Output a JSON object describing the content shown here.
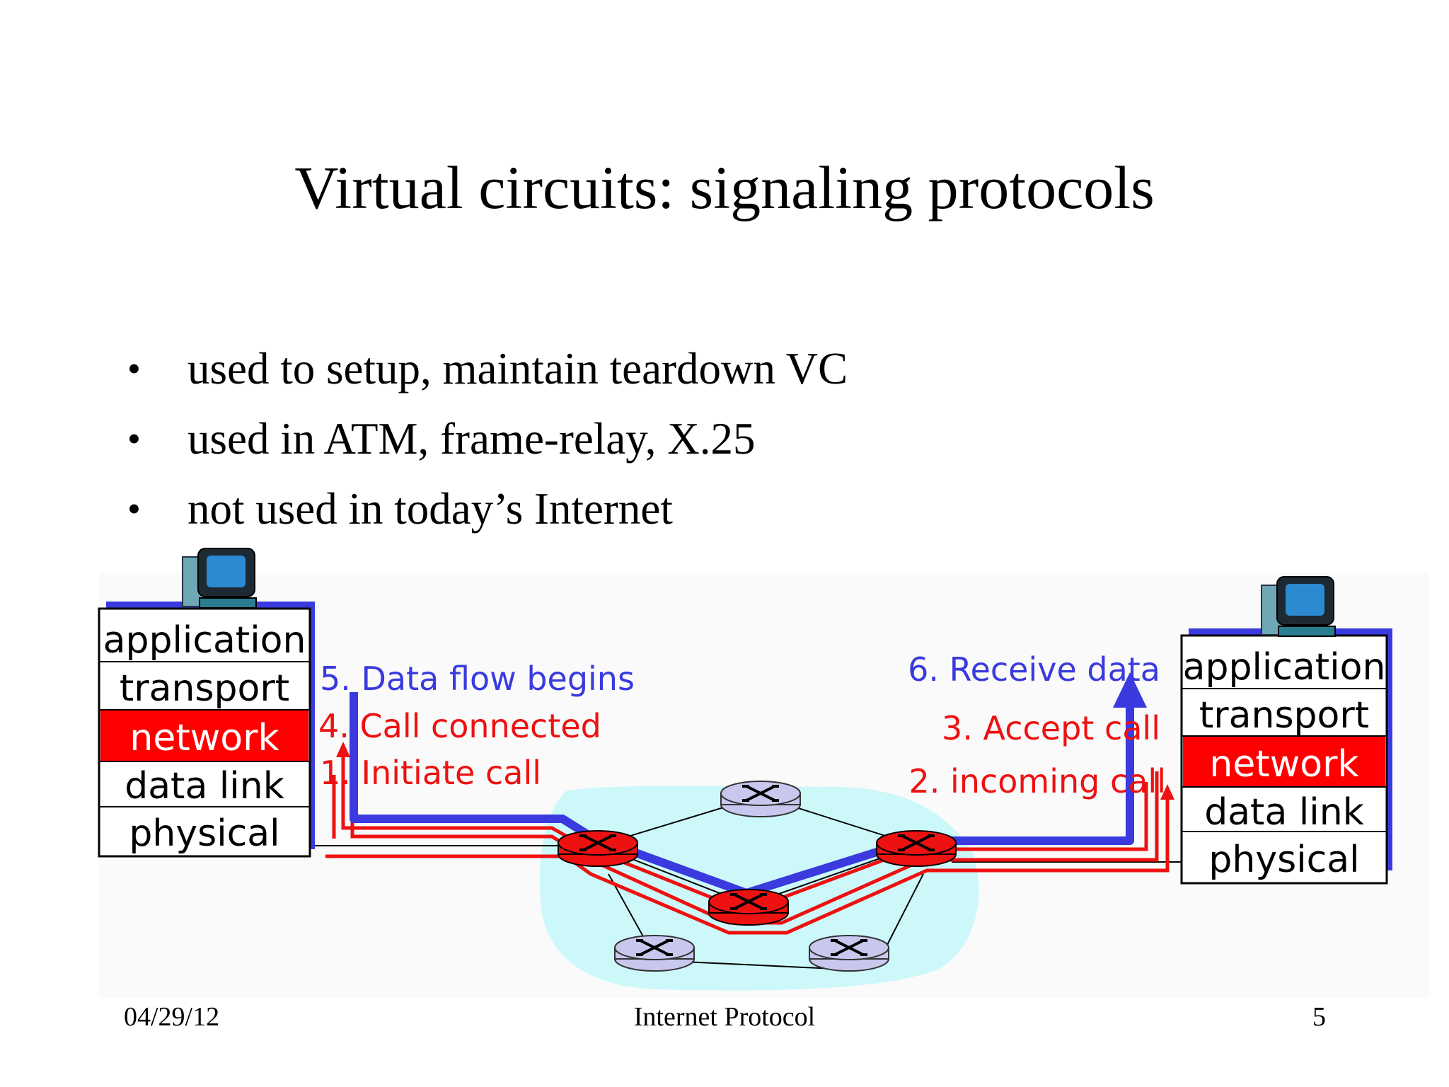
{
  "slide": {
    "title": "Virtual circuits: signaling protocols",
    "bullets": [
      "used to setup, maintain  teardown VC",
      "used in ATM, frame-relay, X.25",
      "not used in today’s Internet"
    ]
  },
  "diagram": {
    "left_stack": [
      "application",
      "transport",
      "network",
      "data link",
      "physical"
    ],
    "right_stack": [
      "application",
      "transport",
      "network",
      "data link",
      "physical"
    ],
    "highlighted_layer": "network",
    "steps": {
      "s1": "1. Initiate call",
      "s2": "2. incoming call",
      "s3": "3. Accept call",
      "s4": "4. Call connected",
      "s5": "5. Data flow begins",
      "s6": "6. Receive data"
    },
    "colors": {
      "signaling": "#ee1111",
      "data_flow": "#3a3adf",
      "highlight_layer": "#ff0000",
      "network_cloud": "#ccf8fa",
      "active_router": "#ee1111",
      "idle_router": "#c8c8ee"
    },
    "icons": [
      "computer-icon",
      "router-icon"
    ]
  },
  "footer": {
    "date": "04/29/12",
    "center": "Internet Protocol",
    "page": "5"
  }
}
